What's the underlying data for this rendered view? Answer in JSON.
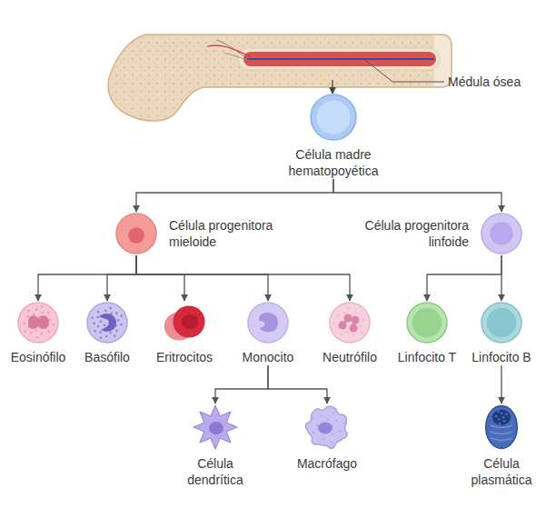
{
  "diagram": {
    "nodes": [
      {
        "text": [
          "Célula madre hematopoyética"
        ]
      },
      {
        "text": [
          "Célula progenitora mieloide"
        ]
      },
      {
        "text": [
          "Célula progenitora linfoide"
        ]
      },
      {
        "text": [
          "Eosinófilo"
        ]
      },
      {
        "text": [
          "Basófilo"
        ]
      },
      {
        "text": [
          "Eritrocitos"
        ]
      },
      {
        "text": [
          "Monocito"
        ]
      },
      {
        "text": [
          "Neutrófilo"
        ]
      },
      {
        "text": [
          "Linfocito T"
        ]
      },
      {
        "text": [
          "Linfocito B"
        ]
      },
      {
        "text": [
          "Célula dendrítica"
        ]
      },
      {
        "text": [
          "Macrófago"
        ]
      },
      {
        "text": [
          "Célula plasmática"
        ]
      }
    ],
    "edges": [
      {
        "from": 0,
        "to": 1,
        "arrow": "to"
      },
      {
        "from": 0,
        "to": 2,
        "arrow": "to"
      },
      {
        "from": 1,
        "to": 3,
        "arrow": "to"
      },
      {
        "from": 1,
        "to": 4,
        "arrow": "to"
      },
      {
        "from": 1,
        "to": 5,
        "arrow": "to"
      },
      {
        "from": 1,
        "to": 6,
        "arrow": "to"
      },
      {
        "from": 1,
        "to": 7,
        "arrow": "to"
      },
      {
        "from": 2,
        "to": 8,
        "arrow": "to"
      },
      {
        "from": 2,
        "to": 9,
        "arrow": "to"
      },
      {
        "from": 6,
        "to": 10,
        "arrow": "to"
      },
      {
        "from": 6,
        "to": 11,
        "arrow": "to"
      },
      {
        "from": 9,
        "to": 12,
        "arrow": "to"
      }
    ],
    "labels": [
      "Médula ósea"
    ]
  }
}
